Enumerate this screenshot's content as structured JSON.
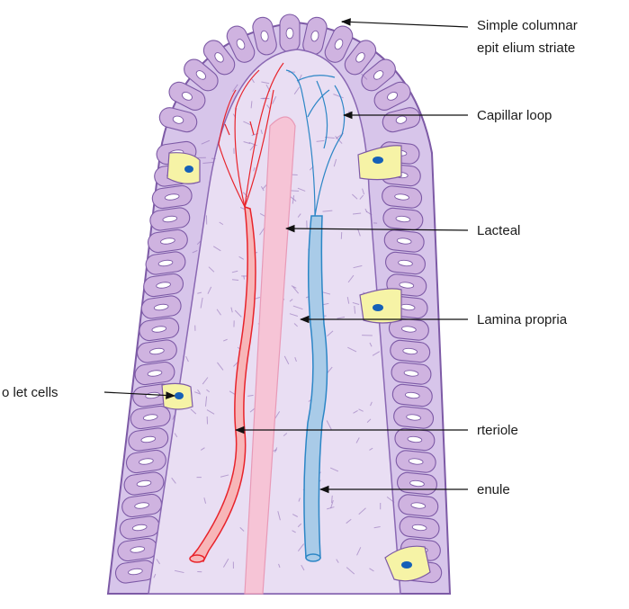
{
  "labels": {
    "epithelium_line1": "Simple columnar",
    "epithelium_line2": "epit elium striate",
    "capillary_loop": "Capillar   loop",
    "lacteal": "Lacteal",
    "lamina_propria": "Lamina propria",
    "goblet_cells": "o  let cells",
    "arteriole": "rteriole",
    "venule": "enule"
  },
  "colors": {
    "villus_fill": "#e4d9ef",
    "cell_fill": "#cfb3e0",
    "cell_outline": "#7d5aa6",
    "nucleus": "#ffffff",
    "goblet_fill": "#f6f3a6",
    "goblet_nucleus": "#1560b8",
    "lacteal": "#f6c4d6",
    "arteriole": "#e8232b",
    "venule": "#2c86c6",
    "arrow": "#111111"
  }
}
